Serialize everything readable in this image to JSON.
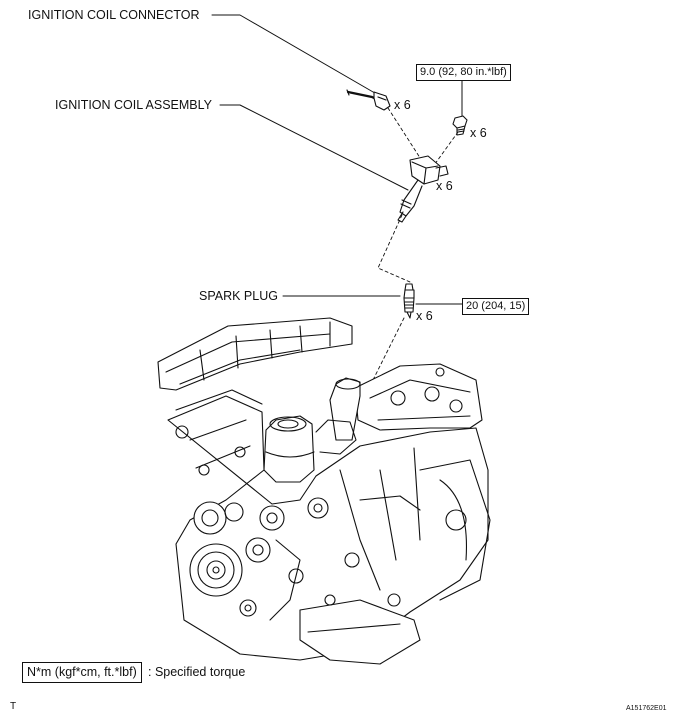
{
  "labels": {
    "ignition_coil_connector": "IGNITION COIL CONNECTOR",
    "ignition_coil_assembly": "IGNITION COIL ASSEMBLY",
    "spark_plug": "SPARK PLUG"
  },
  "quantities": {
    "connector": "x 6",
    "bolt": "x 6",
    "coil": "x 6",
    "plug": "x 6"
  },
  "torque": {
    "bolt": "9.0 (92, 80 in.*lbf)",
    "plug": "20 (204, 15)"
  },
  "legend": {
    "unit_box": "N*m (kgf*cm, ft.*lbf)",
    "description": ": Specified torque"
  },
  "footer": {
    "left_mark": "T",
    "figure_code": "A151762E01"
  }
}
